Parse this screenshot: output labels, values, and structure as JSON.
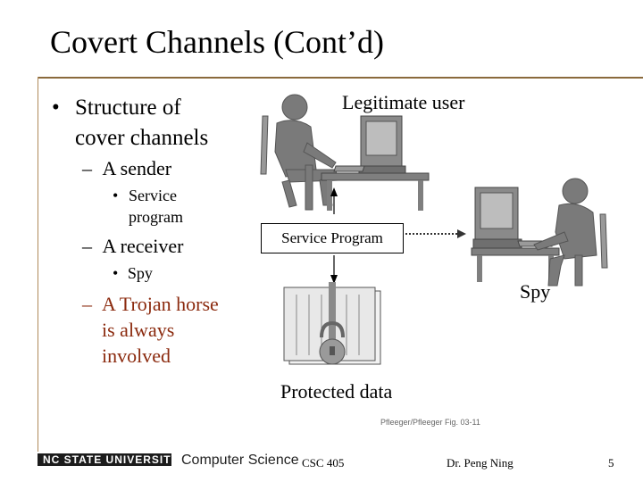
{
  "slide": {
    "title": "Covert Channels (Cont’d)",
    "page_number": "5"
  },
  "bullets": {
    "bullet_char": "•",
    "dash_char": "–",
    "main_line1": "Structure of",
    "main_line2": "cover channels",
    "sender": "A sender",
    "sender_detail_line1": "Service",
    "sender_detail_line2": "program",
    "receiver": "A receiver",
    "receiver_detail": "Spy",
    "trojan_line1": "A Trojan horse",
    "trojan_line2": "is always",
    "trojan_line3": "involved"
  },
  "diagram": {
    "legitimate_user_label": "Legitimate user",
    "service_program_label": "Service Program",
    "spy_label": "Spy",
    "protected_data_label": "Protected data",
    "figure_credit": "Pfleeger/Pfleeger Fig. 03-11"
  },
  "footer": {
    "university": "NC STATE UNIVERSITY",
    "department": "Computer Science",
    "course": "CSC 405",
    "author": "Dr. Peng Ning"
  },
  "colors": {
    "trojan_text": "#8b2a0e",
    "rule": "#8a6a3c",
    "figure_gray": "#7a7a7a"
  }
}
